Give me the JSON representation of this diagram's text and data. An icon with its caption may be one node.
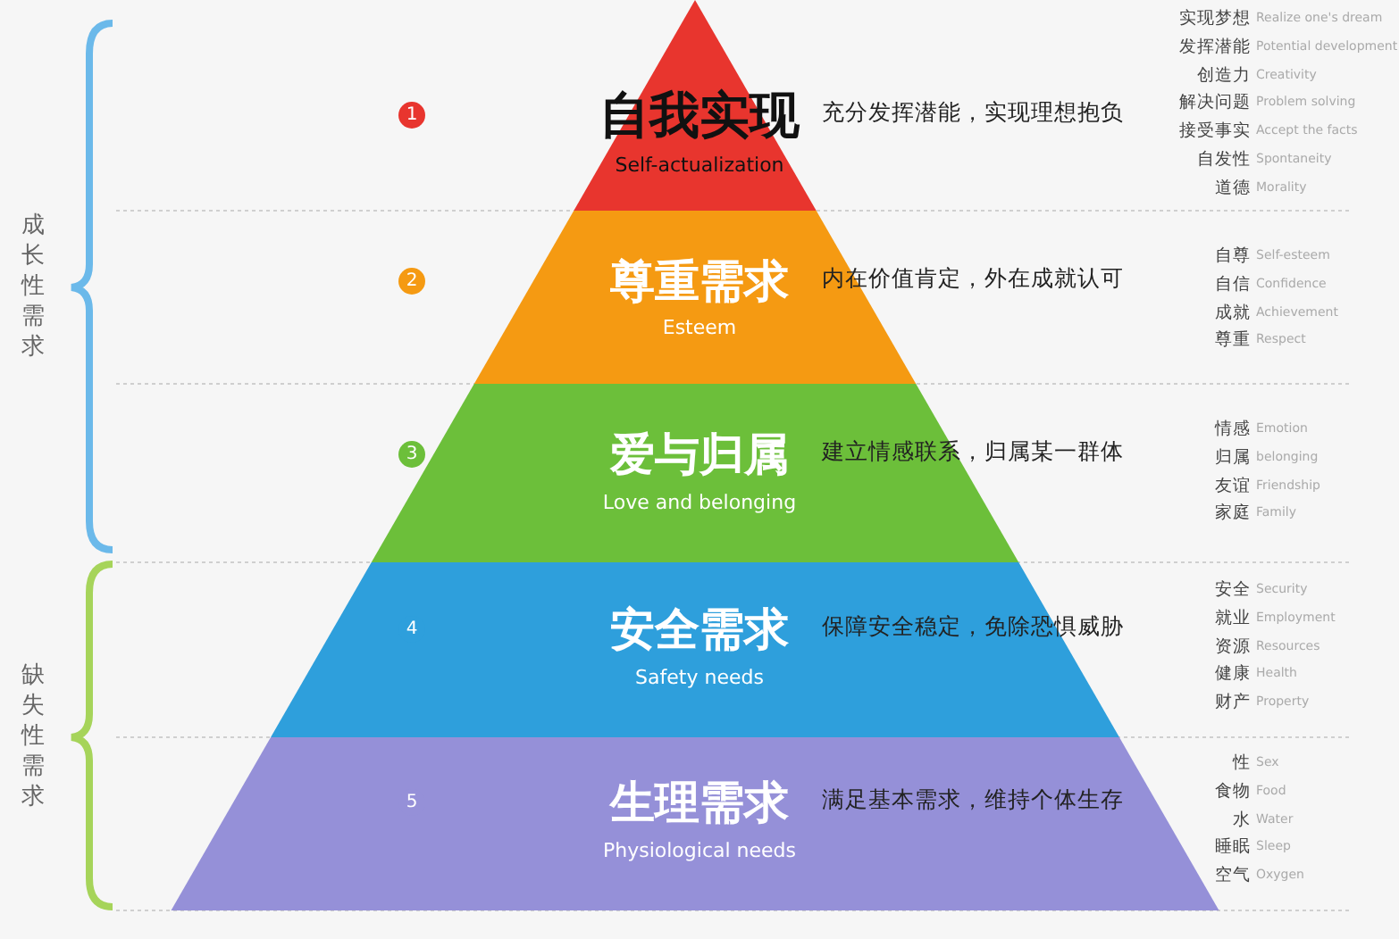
{
  "diagram": {
    "nodes": [
      {
        "text": [
          "1",
          "自我实现",
          "Self-actualization",
          "充分发挥潜能，实现理想抱负"
        ]
      },
      {
        "text": [
          "2",
          "尊重需求",
          "Esteem",
          "内在价值肯定，外在成就认可"
        ]
      },
      {
        "text": [
          "3",
          "爱与归属",
          "Love and belonging",
          "建立情感联系，归属某一群体"
        ]
      },
      {
        "text": [
          "4",
          "安全需求",
          "Safety needs",
          "保障安全稳定，免除恐惧威胁"
        ]
      },
      {
        "text": [
          "5",
          "生理需求",
          "Physiological needs",
          "满足基本需求，维持个体生存"
        ]
      }
    ],
    "edges": [],
    "labels": [
      "成长性需求",
      "缺失性需求",
      "实现梦想",
      "Realize one's dream",
      "发挥潜能",
      "Potential development",
      "创造力",
      "Creativity",
      "解决问题",
      "Problem solving",
      "接受事实",
      "Accept the facts",
      "自发性",
      "Spontaneity",
      "道德",
      "Morality",
      "自尊",
      "Self-esteem",
      "自信",
      "Confidence",
      "成就",
      "Achievement",
      "尊重",
      "Respect",
      "情感",
      "Emotion",
      "归属",
      "belonging",
      "友谊",
      "Friendship",
      "家庭",
      "Family",
      "安全",
      "Security",
      "就业",
      "Employment",
      "资源",
      "Resources",
      "健康",
      "Health",
      "财产",
      "Property",
      "性",
      "Sex",
      "食物",
      "Food",
      "水",
      "Water",
      "睡眠",
      "Sleep",
      "空气",
      "Oxygen"
    ]
  }
}
